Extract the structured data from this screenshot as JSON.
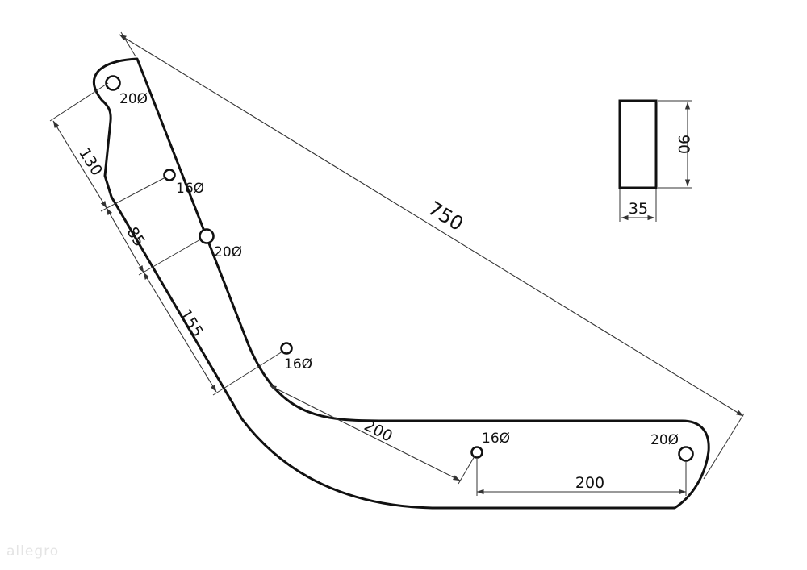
{
  "drawing": {
    "colors": {
      "line": "#111111",
      "dimension": "#333333",
      "background": "#ffffff"
    },
    "holes": [
      {
        "label": "20Ø"
      },
      {
        "label": "16Ø"
      },
      {
        "label": "20Ø"
      },
      {
        "label": "16Ø"
      },
      {
        "label": "16Ø"
      },
      {
        "label": "20Ø"
      }
    ],
    "dimensions": {
      "overall_length": "750",
      "spacing_1": "130",
      "spacing_2": "85",
      "spacing_3": "155",
      "diagonal_spacing": "200",
      "bottom_spacing": "200",
      "section_height": "90",
      "section_width": "35"
    }
  },
  "watermark": "allegro"
}
